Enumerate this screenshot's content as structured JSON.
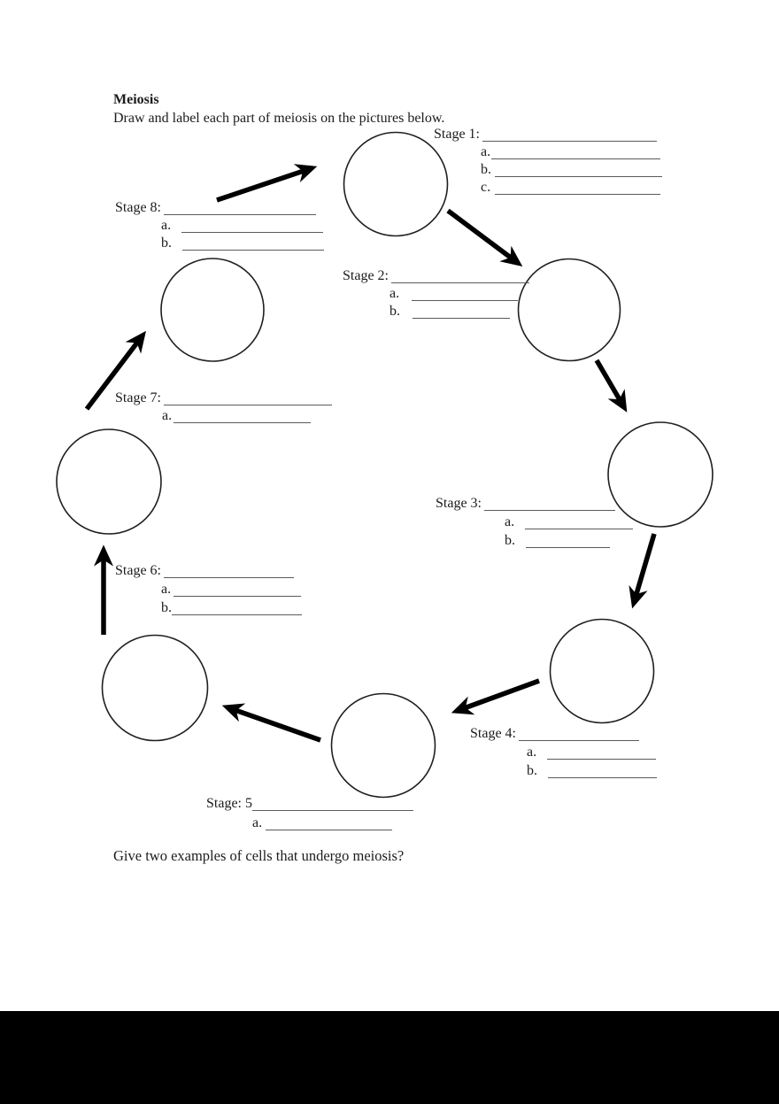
{
  "document": {
    "title": "Meiosis",
    "instruction": "Draw and label each part of meiosis on the pictures below.",
    "question": "Give two examples of cells that undergo meiosis?"
  },
  "stages": [
    {
      "label": "Stage 1:",
      "sublabels": [
        "a.",
        "b.",
        "c."
      ]
    },
    {
      "label": "Stage 2:",
      "sublabels": [
        "a.",
        "b."
      ]
    },
    {
      "label": "Stage 3:",
      "sublabels": [
        "a.",
        "b."
      ]
    },
    {
      "label": "Stage 4:",
      "sublabels": [
        "a.",
        "b."
      ]
    },
    {
      "label": "Stage: 5",
      "sublabels": [
        "a."
      ]
    },
    {
      "label": "Stage 6:",
      "sublabels": [
        "a.",
        "b."
      ]
    },
    {
      "label": "Stage 7:",
      "sublabels": [
        "a."
      ]
    },
    {
      "label": "Stage 8:",
      "sublabels": [
        "a.",
        "b."
      ]
    }
  ],
  "colors": {
    "ink": "#1c1c1c",
    "blank_line": "#5a5a5a",
    "page_background": "#ffffff",
    "letterbox": "#000000"
  }
}
